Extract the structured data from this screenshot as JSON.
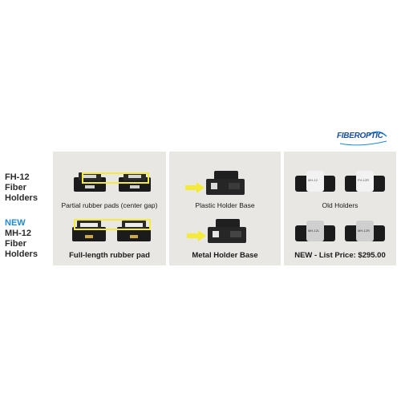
{
  "logo": {
    "text": "FIBEROPTIC"
  },
  "labels": {
    "fh12": "FH-12 Fiber Holders",
    "new": "NEW",
    "mh12": "MH-12 Fiber Holders"
  },
  "panels": [
    {
      "top_caption": "Partial rubber pads (center gap)",
      "bottom_caption": "Full-length rubber pad"
    },
    {
      "top_caption": "Plastic Holder Base",
      "bottom_caption": "Metal Holder Base"
    },
    {
      "top_caption": "Old Holders",
      "bottom_caption": "NEW - List Price: $295.00",
      "old_label_1": "MH-12",
      "old_label_2": "FH-12R",
      "new_label_1": "MH-12L",
      "new_label_2": "MH-12R"
    }
  ],
  "colors": {
    "accent_blue": "#1e8ad6",
    "highlight_yellow": "#f3ea3a",
    "panel_bg": "#e8e7e4"
  }
}
